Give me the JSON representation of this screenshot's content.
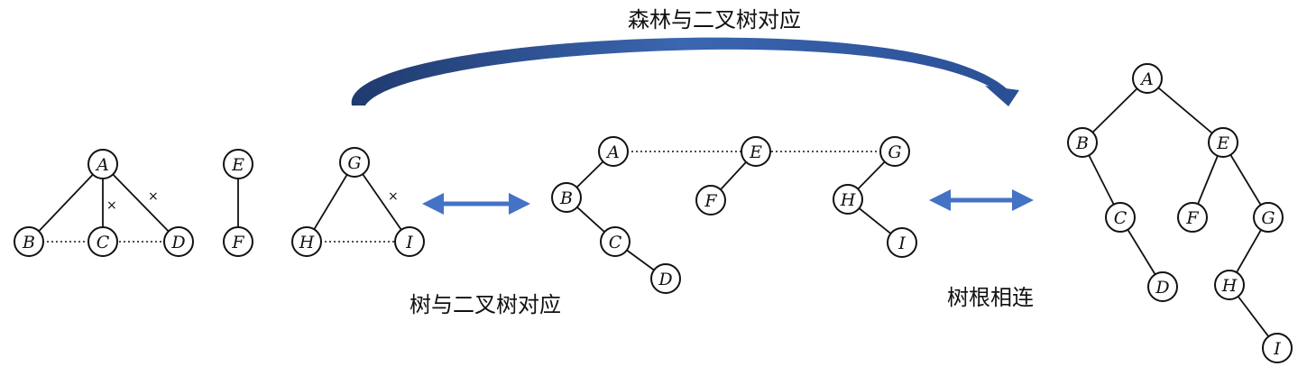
{
  "captions": {
    "forest_to_binary": "森林与二叉树对应",
    "tree_to_binary": "树与二叉树对应",
    "join_roots": "树根相连"
  },
  "node_labels": {
    "A": "A",
    "B": "B",
    "C": "C",
    "D": "D",
    "E": "E",
    "F": "F",
    "G": "G",
    "H": "H",
    "I": "I"
  },
  "cut_mark": "×",
  "colors": {
    "arrow": "#4472c4",
    "arrow_dark": "#1f3a6e",
    "ink": "#111111"
  }
}
